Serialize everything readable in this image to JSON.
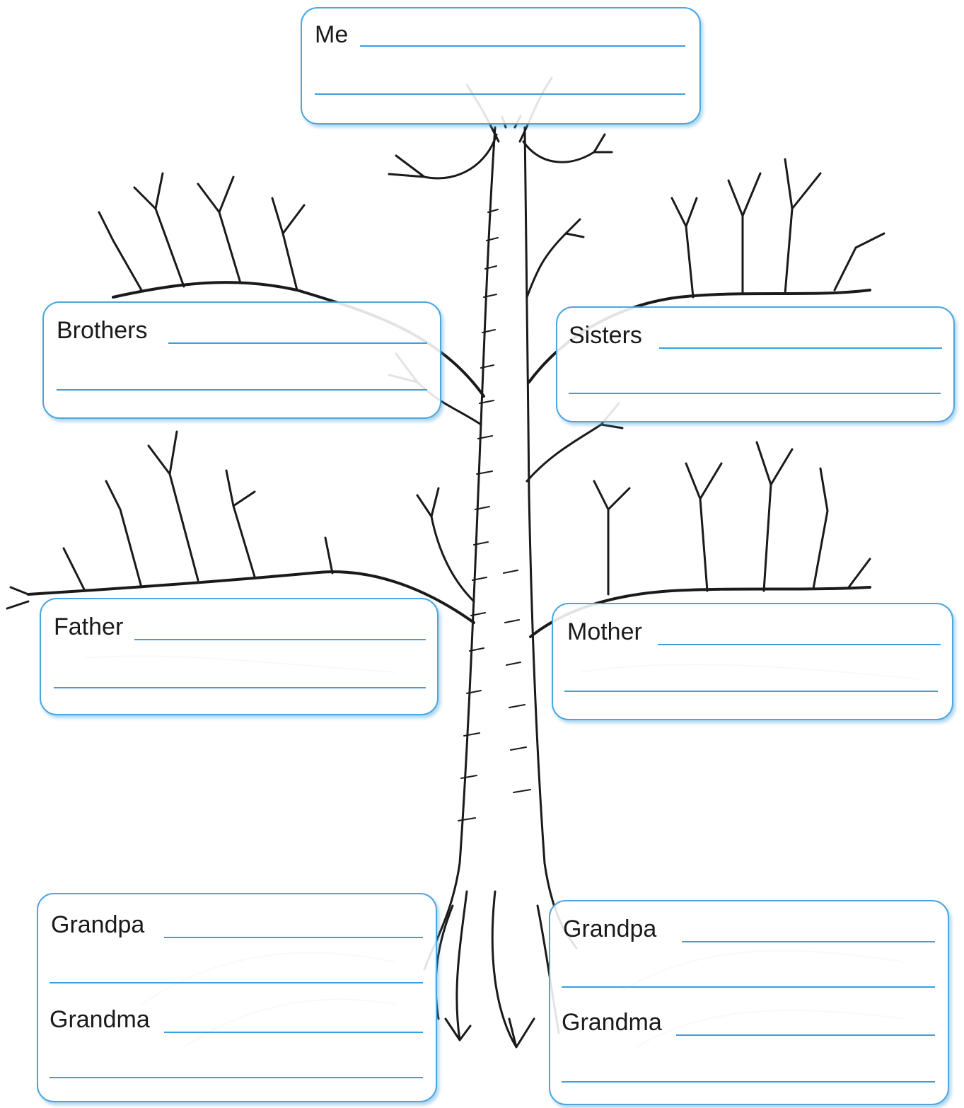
{
  "colors": {
    "card_border": "#4aa6df",
    "line": "#3a9fe0",
    "tree_ink": "#1a1a1a",
    "faint_ink": "#c8c8c8"
  },
  "cards": {
    "me": {
      "label": "Me"
    },
    "brothers": {
      "label": "Brothers"
    },
    "sisters": {
      "label": "Sisters"
    },
    "father": {
      "label": "Father"
    },
    "mother": {
      "label": "Mother"
    },
    "left_grandparents": {
      "grandpa": "Grandpa",
      "grandma": "Grandma"
    },
    "right_grandparents": {
      "grandpa": "Grandpa",
      "grandma": "Grandma"
    }
  }
}
